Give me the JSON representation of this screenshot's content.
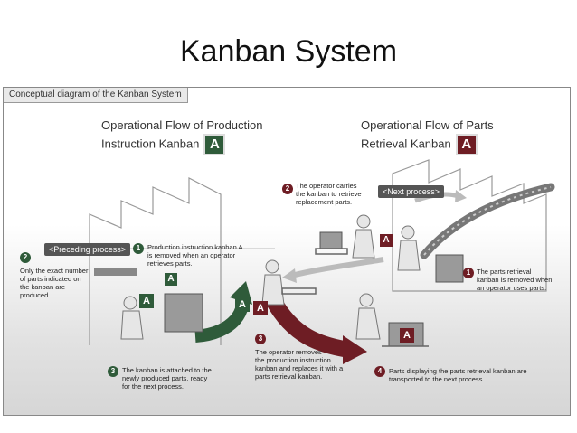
{
  "slide_title": "Kanban System",
  "diagram": {
    "caption": "Conceptual diagram of the Kanban System",
    "left_heading": {
      "line1": "Operational Flow of Production",
      "line2": "Instruction Kanban",
      "badge": "A"
    },
    "right_heading": {
      "line1": "Operational Flow of Parts",
      "line2": "Retrieval Kanban",
      "badge": "A"
    },
    "preceding_label": "<Preceding process>",
    "next_label": "<Next process>",
    "steps": {
      "p1": {
        "num": "1",
        "text": [
          "Production instruction kanban A",
          "is removed when an operator",
          "retrieves parts."
        ]
      },
      "p2": {
        "num": "2",
        "text": [
          "Only the exact number",
          "of parts indicated on",
          "the kanban are",
          "produced."
        ]
      },
      "p3": {
        "num": "3",
        "text": [
          "The kanban is attached to the",
          "newly produced parts, ready",
          "for the next process."
        ]
      },
      "r1": {
        "num": "1",
        "text": [
          "The parts retrieval",
          "kanban is removed when",
          "an operator uses parts."
        ]
      },
      "r2": {
        "num": "2",
        "text": [
          "The operator carries",
          "the kanban to retrieve",
          "replacement parts."
        ]
      },
      "r3": {
        "num": "3",
        "text": [
          "The operator removes",
          "the production instruction",
          "kanban and replaces it with a",
          "parts retrieval kanban."
        ]
      },
      "r4": {
        "num": "4",
        "text": [
          "Parts displaying the parts retrieval kanban are",
          "transported to the next  process."
        ]
      }
    },
    "kanban_letter": "A"
  },
  "colors": {
    "production": "#2f5b3a",
    "retrieval": "#6e1d24",
    "label_bg": "#555555"
  }
}
